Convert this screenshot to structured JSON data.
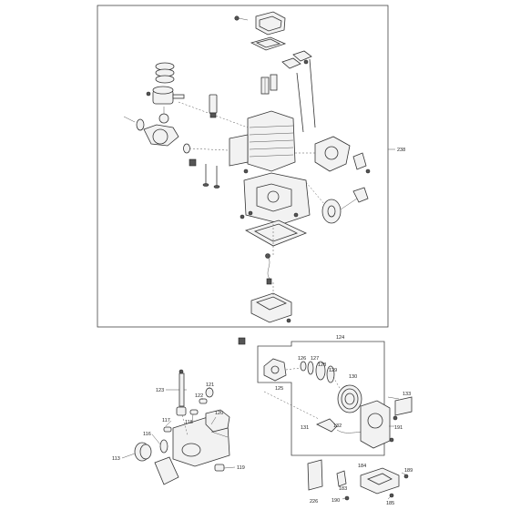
{
  "diagram": {
    "engine_frame_label": "238",
    "starter_frame_label": "124",
    "labels": [
      {
        "id": "l113",
        "text": "113"
      },
      {
        "id": "l116",
        "text": "116"
      },
      {
        "id": "l117",
        "text": "117"
      },
      {
        "id": "l118",
        "text": "118"
      },
      {
        "id": "l119",
        "text": "119"
      },
      {
        "id": "l120",
        "text": "120"
      },
      {
        "id": "l121",
        "text": "121"
      },
      {
        "id": "l122",
        "text": "122"
      },
      {
        "id": "l123",
        "text": "123"
      },
      {
        "id": "l125",
        "text": "125"
      },
      {
        "id": "l126",
        "text": "126"
      },
      {
        "id": "l127",
        "text": "127"
      },
      {
        "id": "l128",
        "text": "128"
      },
      {
        "id": "l129",
        "text": "129"
      },
      {
        "id": "l130",
        "text": "130"
      },
      {
        "id": "l131",
        "text": "131"
      },
      {
        "id": "l132",
        "text": "132"
      },
      {
        "id": "l133",
        "text": "133"
      },
      {
        "id": "l183",
        "text": "183"
      },
      {
        "id": "l184",
        "text": "184"
      },
      {
        "id": "l185",
        "text": "185"
      },
      {
        "id": "l189",
        "text": "189"
      },
      {
        "id": "l190",
        "text": "190"
      },
      {
        "id": "l191",
        "text": "191"
      },
      {
        "id": "l226",
        "text": "226"
      }
    ]
  }
}
